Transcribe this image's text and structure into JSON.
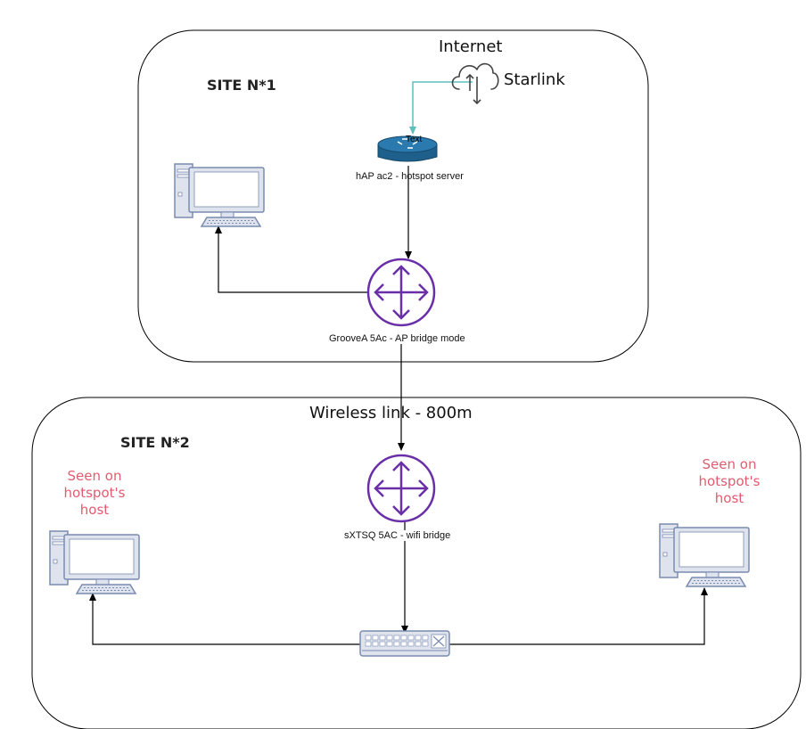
{
  "site1": {
    "title": "SITE N*1"
  },
  "site2": {
    "title": "SITE N*2"
  },
  "internet_label": "Internet",
  "starlink_label": "Starlink",
  "router": {
    "badge": "Text",
    "label": "hAP ac2 - hotspot server"
  },
  "ap": {
    "label": "GrooveA 5Ac - AP bridge mode"
  },
  "wireless_link_label": "Wireless link - 800m",
  "bridge": {
    "label": "sXTSQ 5AC - wifi bridge"
  },
  "seen_left": "Seen on hotspot's host",
  "seen_right": "Seen on hotspot's host",
  "colors": {
    "router_blue": "#1f5f8b",
    "wireless_purple": "#6a2fa8",
    "note_pink": "#e05c6f",
    "arrow_teal": "#5fbfbf",
    "pc_fill": "#dfe3ee",
    "pc_stroke": "#7a8bb0"
  }
}
